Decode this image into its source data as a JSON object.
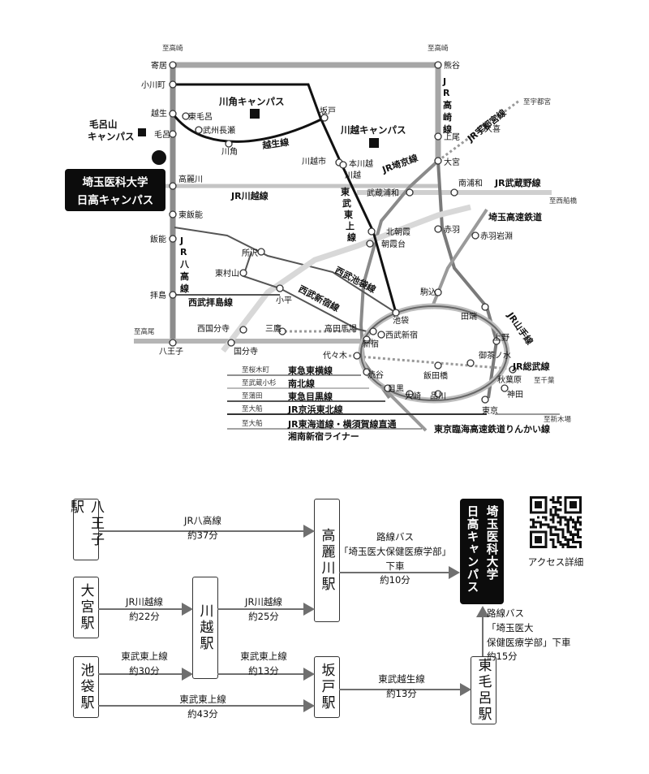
{
  "map": {
    "directions": {
      "to_takasaki_left": "至高崎",
      "to_takasaki_right": "至高崎",
      "to_utsunomiya": "至宇都宮",
      "to_nishifunabashi": "至西船橋",
      "to_takao": "至高尾",
      "to_chiba": "至千葉",
      "to_shinkiba": "至新木場",
      "to_sakuragicho": "至桜木町",
      "to_musashikosugi": "至武蔵小杉",
      "to_kamata": "至蒲田",
      "to_ofuna1": "至大船",
      "to_ofuna2": "至大船"
    },
    "stations": {
      "yorii": "寄居",
      "ogawamachi": "小川町",
      "koshigoe": "越生",
      "higashimoro": "東毛呂",
      "moro": "毛呂",
      "bushunagase": "武州長瀬",
      "kawakado": "川角",
      "sakado": "坂戸",
      "kumagaya": "熊谷",
      "ageo": "上尾",
      "kuki": "久喜",
      "omiya": "大宮",
      "kawagoeshi": "川越市",
      "honkawagoe": "本川越",
      "kawagoe": "川越",
      "komagawa": "高麗川",
      "higashihanno": "東飯能",
      "hanno": "飯能",
      "musashiurawa": "武蔵浦和",
      "minamiurawa": "南浦和",
      "kitaasaka": "北朝霞",
      "asakadai": "朝霞台",
      "akabane": "赤羽",
      "akabaneiwabuchi": "赤羽岩淵",
      "tokorozawa": "所沢",
      "higashimurayama": "東村山",
      "kodaira": "小平",
      "haijima": "拝島",
      "komagome": "駒込",
      "tabata": "田端",
      "ikebukuro": "池袋",
      "nishikokubunji": "西国分寺",
      "mitaka": "三鷹",
      "takadanobaba": "高田馬場",
      "seibushinjuku": "西武新宿",
      "hachioji": "八王子",
      "kokubunji": "国分寺",
      "shinjuku": "新宿",
      "ueno": "上野",
      "yoyogi": "代々木",
      "ochanomizu": "御茶ノ水",
      "akihabara": "秋葉原",
      "shibuya": "渋谷",
      "iidabashi": "飯田橋",
      "kanda": "神田",
      "meguro": "目黒",
      "osaki": "大崎",
      "shinagawa": "品川",
      "tokyo": "東京"
    },
    "lines": {
      "hachiko_1": "J",
      "hachiko_2": "R",
      "hachiko_3": "八",
      "hachiko_4": "高",
      "hachiko_5": "線",
      "takasaki_1": "J",
      "takasaki_2": "R",
      "takasaki_3": "高",
      "takasaki_4": "崎",
      "takasaki_5": "線",
      "utsunomiya": "JR宇都宮線",
      "ogose": "越生線",
      "saikyo": "JR埼京線",
      "musashino": "JR武蔵野線",
      "kawagoe_line": "JR川越線",
      "saitama_rapid": "埼玉高速鉄道",
      "tojo_1": "東",
      "tojo_2": "武",
      "tojo_3": "東",
      "tojo_4": "上",
      "tojo_5": "線",
      "seibu_ikebukuro": "西武池袋線",
      "seibu_shinjuku": "西武新宿線",
      "seibu_haijima": "西武拝島線",
      "yamanote": "JR山手線",
      "sobu": "JR総武線",
      "toyoko": "東急東横線",
      "nanboku": "南北線",
      "meguro_line": "東急目黒線",
      "keihin_tohoku": "JR京浜東北線",
      "tokaido_1": "JR東海道線・横須賀線直通",
      "tokaido_2": "湘南新宿ライナー",
      "rinkai": "東京臨海高速鉄道りんかい線"
    },
    "campuses": {
      "kawakado": "川角キャンパス",
      "kawagoe": "川越キャンパス",
      "moroyama_1": "毛呂山",
      "moroyama_2": "キャンパス",
      "hidaka_1": "埼玉医科大学",
      "hidaka_2": "日高キャンパス"
    }
  },
  "routes": {
    "origins": {
      "hachioji": "八王子駅",
      "omiya": "大宮駅",
      "ikebukuro": "池袋駅",
      "kawagoe": "川越駅",
      "komagawa": "高麗川駅",
      "sakado": "坂戸駅",
      "higashimoro": "東毛呂駅"
    },
    "destination_1": "埼玉医科大学",
    "destination_2": "日高キャンパス",
    "edges": {
      "hachioji_komagawa_line": "JR八高線",
      "hachioji_komagawa_time": "約37分",
      "omiya_kawagoe_line": "JR川越線",
      "omiya_kawagoe_time": "約22分",
      "kawagoe_komagawa_line": "JR川越線",
      "kawagoe_komagawa_time": "約25分",
      "ikebukuro_kawagoe_line": "東武東上線",
      "ikebukuro_kawagoe_time": "約30分",
      "kawagoe_sakado_line": "東武東上線",
      "kawagoe_sakado_time": "約13分",
      "ikebukuro_sakado_line": "東武東上線",
      "ikebukuro_sakado_time": "約43分",
      "sakado_higashimoro_line": "東武越生線",
      "sakado_higashimoro_time": "約13分",
      "bus1_a": "路線バス",
      "bus1_b": "「埼玉医大保健医療学部」",
      "bus1_c": "下車",
      "bus1_time": "約10分",
      "bus2_a": "路線バス",
      "bus2_b": "「埼玉医大",
      "bus2_c": "保健医療学部」下車",
      "bus2_time": "約15分"
    },
    "qr_label": "アクセス詳細"
  }
}
